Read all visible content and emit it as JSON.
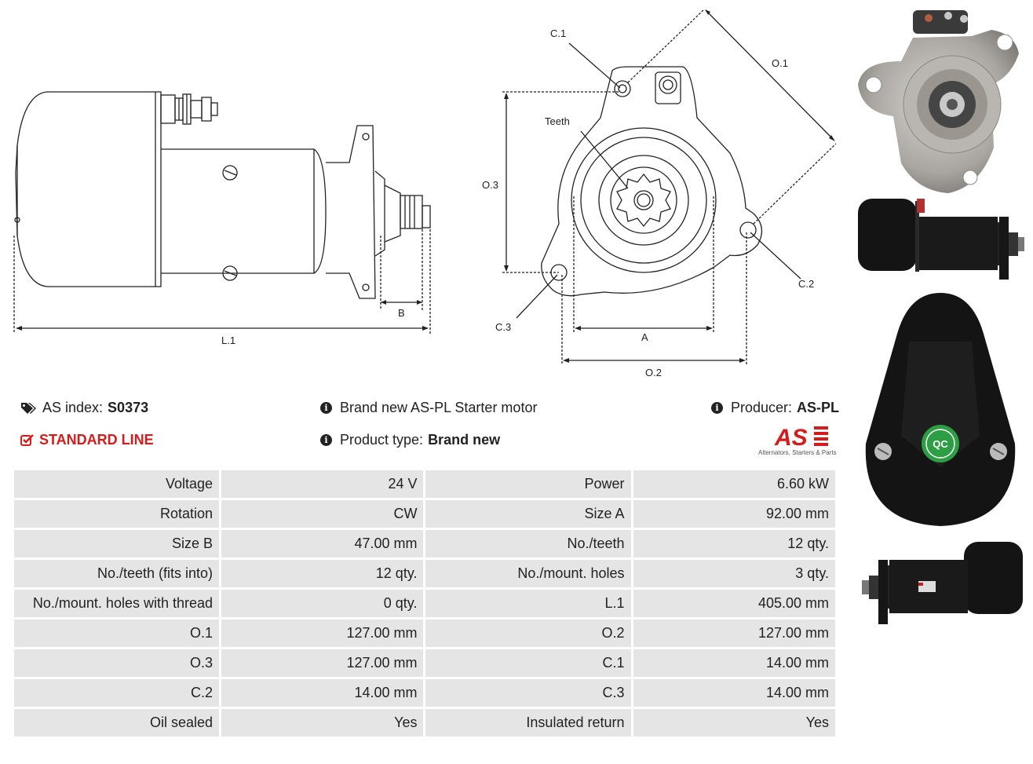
{
  "diagram": {
    "labels": {
      "l1": "L.1",
      "b": "B",
      "c1": "C.1",
      "c2": "C.2",
      "c3": "C.3",
      "o1": "O.1",
      "o2": "O.2",
      "o3": "O.3",
      "a": "A",
      "teeth": "Teeth"
    }
  },
  "info": {
    "as_index_label": "AS index:",
    "as_index_value": "S0373",
    "standard_line": "STANDARD LINE",
    "description": "Brand new AS-PL Starter motor",
    "product_type_label": "Product type:",
    "product_type_value": "Brand new",
    "producer_label": "Producer:",
    "producer_value": "AS-PL",
    "logo_tagline": "Alternators, Starters & Parts",
    "logo_text": "AS",
    "seal_text": "QC"
  },
  "specs": [
    [
      "Voltage",
      "24 V",
      "Power",
      "6.60 kW"
    ],
    [
      "Rotation",
      "CW",
      "Size A",
      "92.00 mm"
    ],
    [
      "Size B",
      "47.00 mm",
      "No./teeth",
      "12 qty."
    ],
    [
      "No./teeth (fits into)",
      "12 qty.",
      "No./mount. holes",
      "3 qty."
    ],
    [
      "No./mount. holes with thread",
      "0 qty.",
      "L.1",
      "405.00 mm"
    ],
    [
      "O.1",
      "127.00 mm",
      "O.2",
      "127.00 mm"
    ],
    [
      "O.3",
      "127.00 mm",
      "C.1",
      "14.00 mm"
    ],
    [
      "C.2",
      "14.00 mm",
      "C.3",
      "14.00 mm"
    ],
    [
      "Oil sealed",
      "Yes",
      "Insulated return",
      "Yes"
    ]
  ],
  "colors": {
    "accent_red": "#d41c1c",
    "cell_bg": "#e5e5e5",
    "product_black": "#141414"
  }
}
